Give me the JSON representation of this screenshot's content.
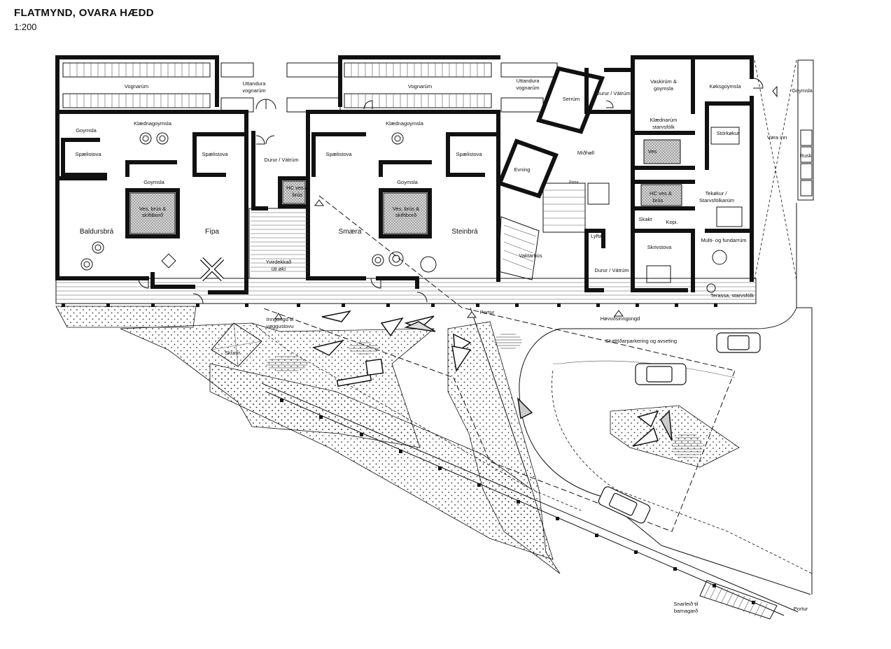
{
  "header": {
    "title": "FLATMYND, OVARA HÆDD",
    "scale": "1:200"
  },
  "rooms": {
    "vognarum_left": "Vognarúm",
    "uttandura_vognarum_1a": "Uttandura",
    "uttandura_vognarum_1b": "vognarúm",
    "vognarum_mid": "Vognarúm",
    "uttandura_vognarum_2a": "Uttandura",
    "uttandura_vognarum_2b": "vognarúm",
    "serum": "Serrúm",
    "durur_vatrum_top": "Durur / Vátrúm",
    "vaskirum_a": "Vaskirúm &",
    "vaskirum_b": "goymsla",
    "koksgoymsla": "Køksgoymsla",
    "goymsla_right": "Goymsla",
    "goymsla_left": "Goymsla",
    "klaednagoymsla_left": "Klædnagoymsla",
    "klaednagoymsla_mid": "Klædnagoymsla",
    "klaednarum_a": "Klædnarúm",
    "klaednarum_b": "starvsfólk",
    "storkokur": "Stórkøkur",
    "vora_inn": "Vøra inn",
    "rusk": "Rusk",
    "spaelistova_1": "Spælistova",
    "spaelistova_2": "Spælistova",
    "spaelistova_3": "Spælistova",
    "spaelistova_4": "Spælistova",
    "durur_vatrum_mid": "Durur / Vátrúm",
    "midholl": "Miðhøll",
    "evning": "Evning",
    "ves": "Ves",
    "goymsla_a": "Goymsla",
    "goymsla_b": "Goymsla",
    "hc_ves_brus_a": "HC ves &",
    "hc_ves_brus_b": "brús",
    "portur_small": "Portur",
    "hc_ves_right_a": "HC ves &",
    "hc_ves_right_b": "brús",
    "tekokur_a": "Tekøkur /",
    "tekokur_b": "Starvsfólkarúm",
    "ves_brus_1a": "Ves, brús &",
    "ves_brus_1b": "skiftiborð",
    "ves_brus_2a": "Ves, brús &",
    "ves_brus_2b": "skiftiborð",
    "skakt": "Skakt",
    "kopi": "Kopi.",
    "baldursbra": "Baldursbrá",
    "fipa": "Fípa",
    "smaera": "Smæra",
    "steinbra": "Steinbrá",
    "lyfta": "Lyfta",
    "multi": "Multi- og fundarrúm",
    "skrivstova": "Skrivstova",
    "vidvirdekkad_a": "Yvirdekkað",
    "vidvirdekkad_b": "úti økí",
    "vaktarhus": "Vaktarhús",
    "durur_vatrum_low": "Durur / Vátrúm",
    "terassa": "Terassa, starvsfólk",
    "portur_mid": "Portur",
    "hovudsinngongd": "Høvuðsinngongd",
    "inngongd_a": "Inngongd til",
    "inngongd_b": "vøggustovu",
    "stuttidar": "Stutttíðarparkering og avseting",
    "skurur": "Skúrur",
    "snarleid_a": "Snarleið til",
    "snarleid_b": "barnagarð",
    "portur_bottom": "Portur"
  }
}
